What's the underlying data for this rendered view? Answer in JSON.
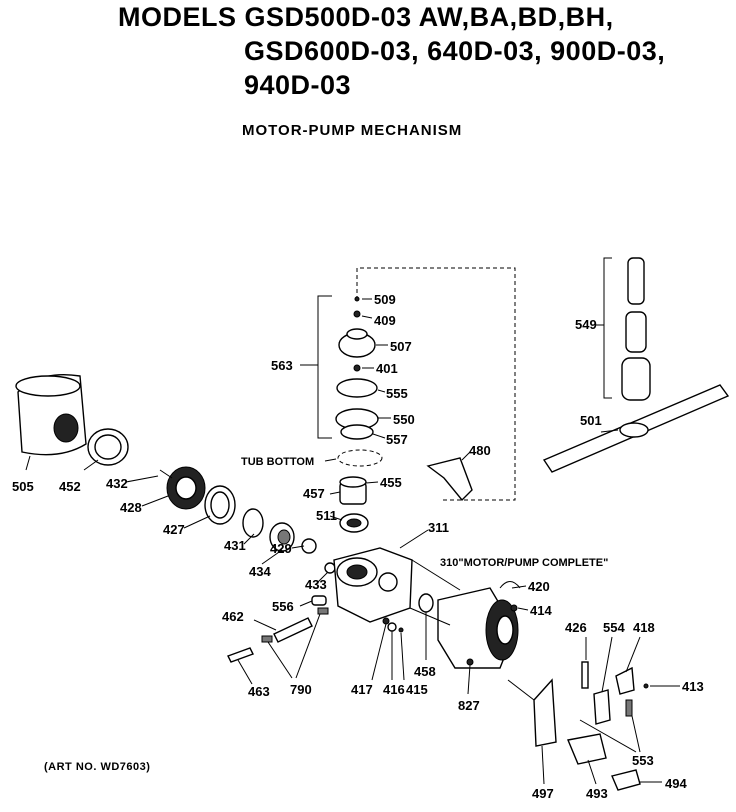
{
  "header": {
    "line1": "MODELS GSD500D-03 AW,BA,BD,BH,",
    "line2": "GSD600D-03, 640D-03, 900D-03,",
    "line3": "940D-03",
    "subtitle": "MOTOR-PUMP MECHANISM"
  },
  "art_number": "(ART NO. WD7603)",
  "notes": {
    "tub_bottom": "TUB BOTTOM",
    "motor_pump": "310\"MOTOR/PUMP COMPLETE\""
  },
  "parts": [
    "505",
    "452",
    "432",
    "428",
    "427",
    "431",
    "429",
    "434",
    "433",
    "556",
    "462",
    "463",
    "790",
    "417",
    "416",
    "415",
    "458",
    "827",
    "420",
    "414",
    "311",
    "511",
    "457",
    "455",
    "480",
    "563",
    "509",
    "409",
    "507",
    "401",
    "555",
    "550",
    "557",
    "549",
    "501",
    "426",
    "554",
    "418",
    "413",
    "553",
    "497",
    "493",
    "494"
  ]
}
